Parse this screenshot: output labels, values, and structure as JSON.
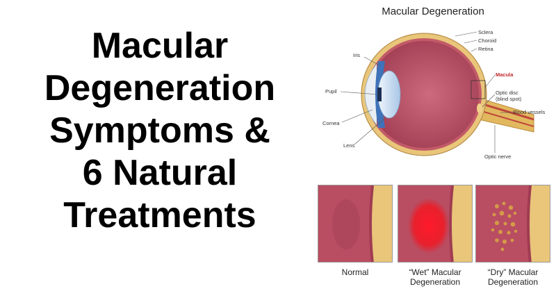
{
  "headline": {
    "lines": [
      "Macular",
      "Degeneration",
      "Symptoms &",
      "6 Natural",
      "Treatments"
    ]
  },
  "diagram": {
    "title": "Macular Degeneration",
    "labels": {
      "sclera": "Sclera",
      "choroid": "Choroid",
      "retina": "Retina",
      "iris": "Iris",
      "pupil": "Pupil",
      "cornea": "Cornea",
      "lens": "Lens",
      "macula": "Macula",
      "optic_disc": "Optic disc",
      "blind_spot": "(blind spot)",
      "blood_vessels": "Blood vessels",
      "optic_nerve": "Optic nerve"
    }
  },
  "panels": [
    {
      "line1": "Normal",
      "line2": ""
    },
    {
      "line1": "“Wet” Macular",
      "line2": "Degeneration"
    },
    {
      "line1": "“Dry” Macular",
      "line2": "Degeneration"
    }
  ],
  "colors": {
    "eye_interior": "#b94d62",
    "sclera_wall": "#e9c67a",
    "iris_blue": "#3f72b8",
    "lens": "#c9ddf2",
    "wet_lesion": "#e8202c",
    "dry_spots": "#c98a3a",
    "macula_label": "#c0262c"
  }
}
